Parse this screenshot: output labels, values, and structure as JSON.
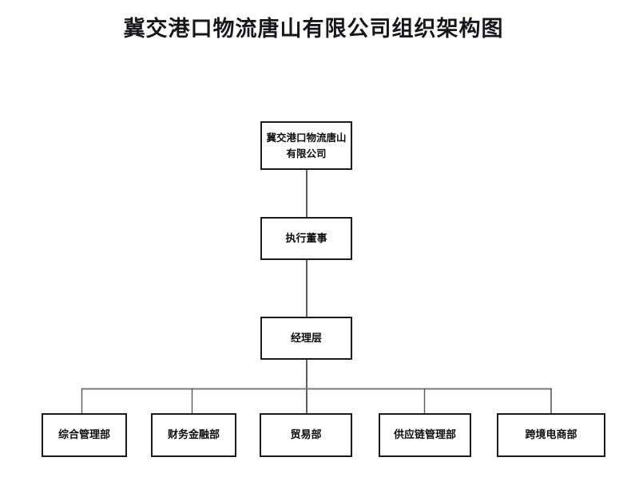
{
  "document": {
    "title": "冀交港口物流唐山有限公司组织架构图",
    "background_color": "#ffffff",
    "line_color": "#1a1a1a",
    "bus_line_color": "#7a7a7a",
    "text_color": "#0d0d0d",
    "title_color": "#16181d"
  },
  "chart_data": {
    "type": "diagram",
    "diagram_type": "organizational-chart",
    "title": "冀交港口物流唐山有限公司组织架构图",
    "orientation": "top-down",
    "levels": [
      {
        "level": 1,
        "nodes": [
          {
            "id": "company",
            "label": "冀交港口物流唐山有限公司"
          }
        ]
      },
      {
        "level": 2,
        "nodes": [
          {
            "id": "executive-director",
            "label": "执行董事"
          }
        ]
      },
      {
        "level": 3,
        "nodes": [
          {
            "id": "management-level",
            "label": "经理层"
          }
        ]
      },
      {
        "level": 4,
        "nodes": [
          {
            "id": "general-management-dept",
            "label": "综合管理部"
          },
          {
            "id": "finance-dept",
            "label": "财务金融部"
          },
          {
            "id": "trade-dept",
            "label": "贸易部"
          },
          {
            "id": "supply-chain-dept",
            "label": "供应链管理部"
          },
          {
            "id": "cross-border-ecommerce-dept",
            "label": "跨境电商部"
          }
        ]
      }
    ],
    "edges": [
      {
        "from": "company",
        "to": "executive-director"
      },
      {
        "from": "executive-director",
        "to": "management-level"
      },
      {
        "from": "management-level",
        "to": "general-management-dept"
      },
      {
        "from": "management-level",
        "to": "finance-dept"
      },
      {
        "from": "management-level",
        "to": "trade-dept"
      },
      {
        "from": "management-level",
        "to": "supply-chain-dept"
      },
      {
        "from": "management-level",
        "to": "cross-border-ecommerce-dept"
      }
    ]
  },
  "nodes": {
    "root": {
      "label": "冀交港口物流唐山有限公司"
    },
    "director": {
      "label": "执行董事"
    },
    "manager": {
      "label": "经理层"
    },
    "departments": [
      {
        "label": "综合管理部"
      },
      {
        "label": "财务金融部"
      },
      {
        "label": "贸易部"
      },
      {
        "label": "供应链管理部"
      },
      {
        "label": "跨境电商部"
      }
    ]
  }
}
